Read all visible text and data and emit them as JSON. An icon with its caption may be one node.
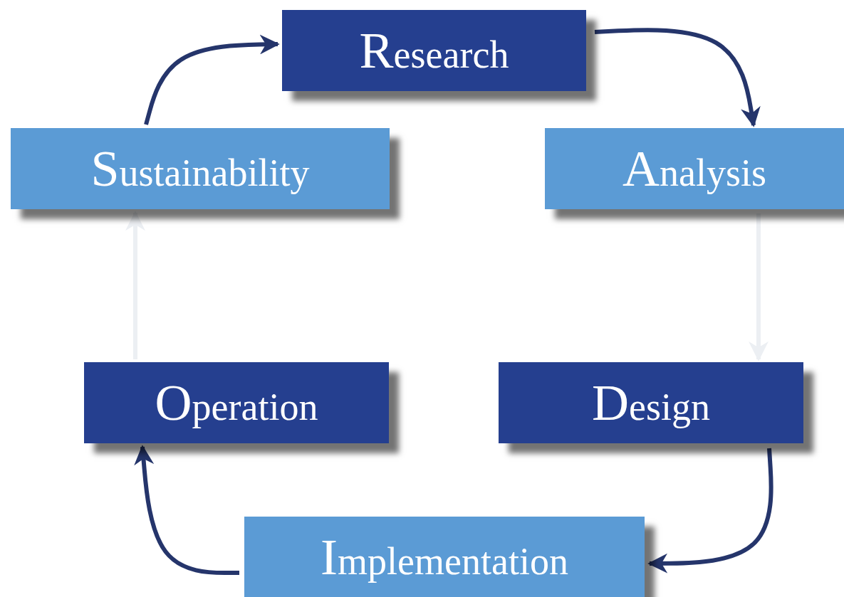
{
  "diagram": {
    "nodes": [
      {
        "text": [
          "Research"
        ]
      },
      {
        "text": [
          "Analysis"
        ]
      },
      {
        "text": [
          "Design"
        ]
      },
      {
        "text": [
          "Implementation"
        ]
      },
      {
        "text": [
          "Operation"
        ]
      },
      {
        "text": [
          "Sustainability"
        ]
      }
    ],
    "edges": [
      {
        "from": 0,
        "to": 1,
        "arrow": "to"
      },
      {
        "from": 1,
        "to": 2,
        "arrow": "to",
        "color": "#eceff3"
      },
      {
        "from": 2,
        "to": 3,
        "arrow": "to"
      },
      {
        "from": 3,
        "to": 4,
        "arrow": "to"
      },
      {
        "from": 4,
        "to": 5,
        "arrow": "to",
        "color": "#eceff3"
      },
      {
        "from": 5,
        "to": 0,
        "arrow": "to"
      }
    ]
  }
}
